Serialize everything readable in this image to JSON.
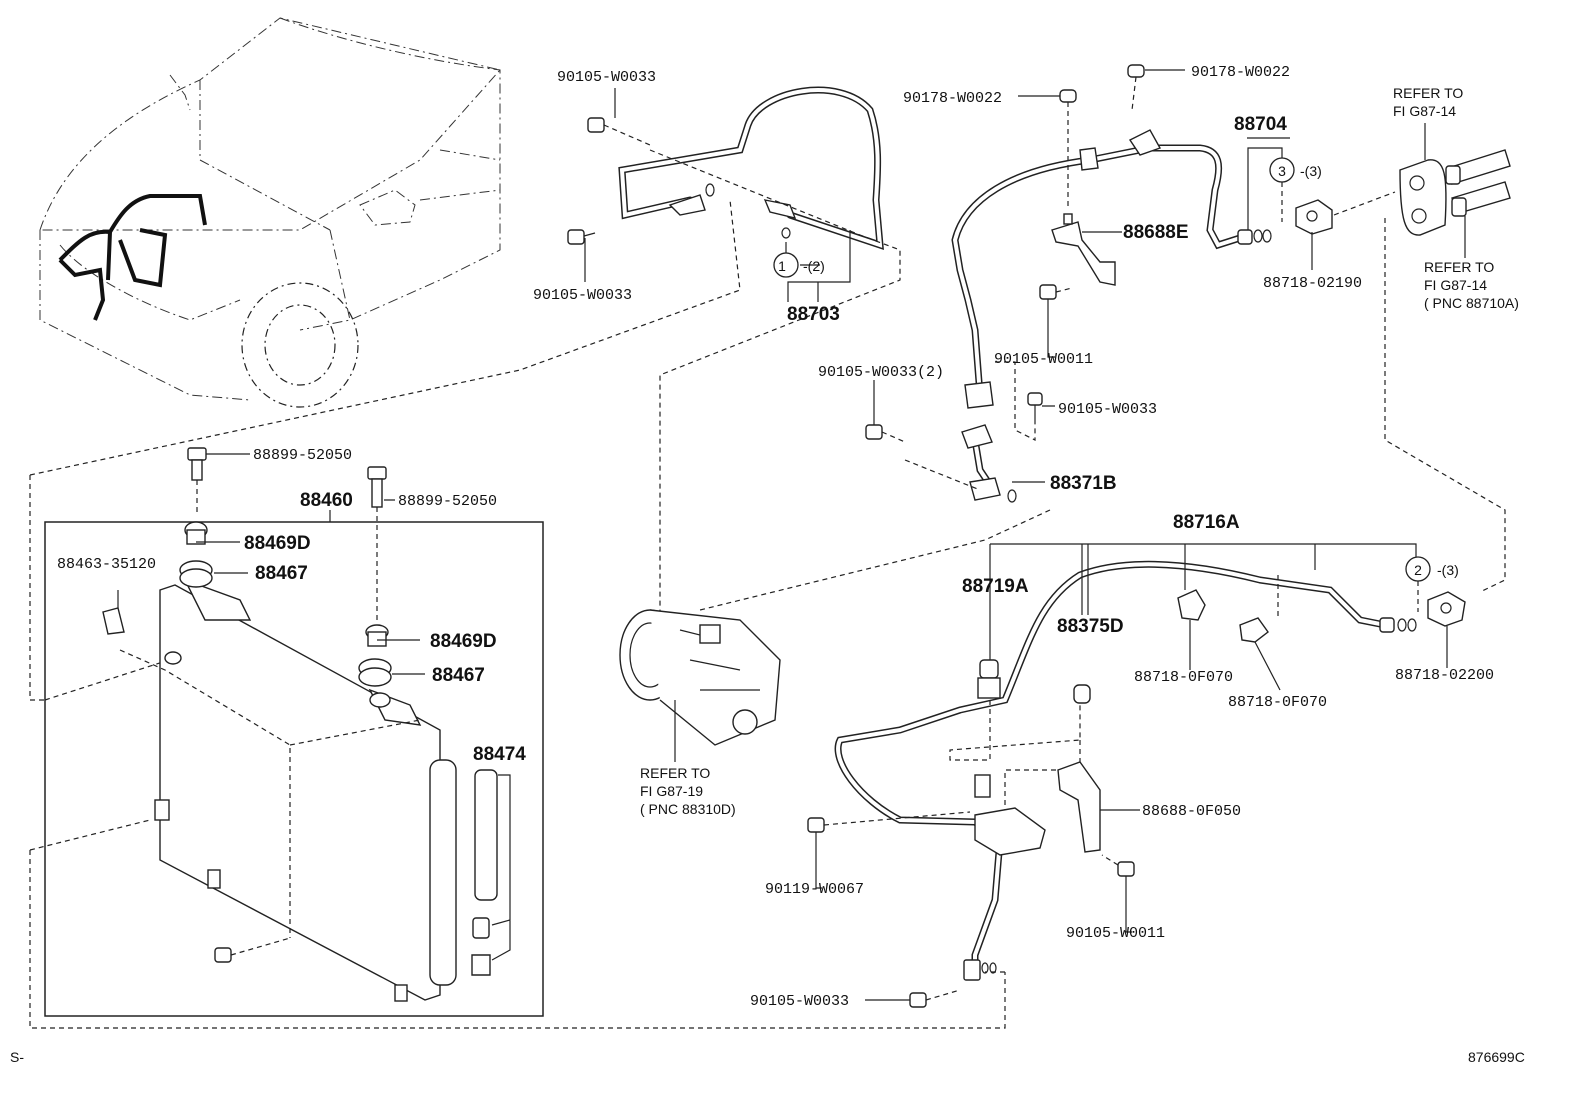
{
  "labels": {
    "p90105_w0033_top": "90105-W0033",
    "p90105_w0033_mid": "90105-W0033",
    "p88703": "88703",
    "p88703_qty": "-(2)",
    "p88703_idx": "1",
    "p90178_w0022_a": "90178-W0022",
    "p90178_w0022_b": "90178-W0022",
    "p88704": "88704",
    "p88704_idx": "3",
    "p88704_qty": "-(3)",
    "p88688e": "88688E",
    "p88718_02190": "88718-02190",
    "refer_top_a": "REFER TO",
    "refer_top_b": "FI G87-14",
    "refer_right_a": "REFER TO",
    "refer_right_b": "FI G87-14",
    "refer_right_c": "( PNC 88710A)",
    "p90105_w0011_a": "90105-W0011",
    "p90105_w0033_2": "90105-W0033(2)",
    "p90105_w0033_r": "90105-W0033",
    "p88371b": "88371B",
    "p88899_52050_a": "88899-52050",
    "p88899_52050_b": "88899-52050",
    "p88460": "88460",
    "p88469d_a": "88469D",
    "p88463_35120": "88463-35120",
    "p88467_a": "88467",
    "p88469d_b": "88469D",
    "p88467_b": "88467",
    "p88474": "88474",
    "p88716a": "88716A",
    "p88716a_idx": "2",
    "p88716a_qty": "-(3)",
    "p88719a": "88719A",
    "p88375d": "88375D",
    "p88718_0f070_a": "88718-0F070",
    "p88718_0f070_b": "88718-0F070",
    "p88718_02200": "88718-02200",
    "refer_comp_a": "REFER TO",
    "refer_comp_b": "FI G87-19",
    "refer_comp_c": "( PNC 88310D)",
    "p88688_0f050": "88688-0F050",
    "p90119_w0067": "90119-W0067",
    "p90105_w0011_b": "90105-W0011",
    "p90105_w0033_bot": "90105-W0033",
    "corner_left": "S-",
    "corner_right": "876699C"
  }
}
